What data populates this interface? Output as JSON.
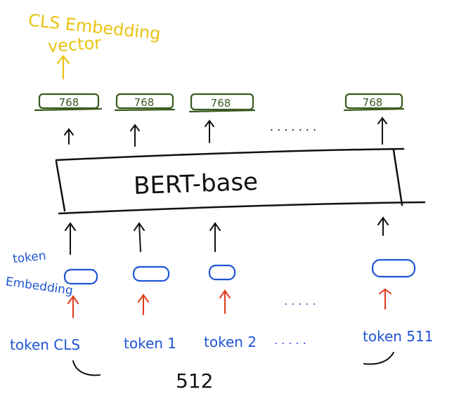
{
  "colors": {
    "ink": "#111111",
    "green": "#3a5a1f",
    "blue": "#1f55d6",
    "red": "#e03a1a",
    "yellow": "#e8c312"
  },
  "output": {
    "label_line1": "CLS Embedding",
    "label_line2": "vector",
    "dims": [
      "768",
      "768",
      "768",
      "768"
    ],
    "ellipsis": ". . . . . . ."
  },
  "model": {
    "name": "BERT-base"
  },
  "embedding": {
    "label_line1": "token",
    "label_line2": "Embedding",
    "ellipsis": ". . . . ."
  },
  "tokens": {
    "items": [
      "token CLS",
      "token 1",
      "token 2",
      "token 511"
    ],
    "ellipsis": ". . . . ."
  },
  "sequence_length": "512"
}
